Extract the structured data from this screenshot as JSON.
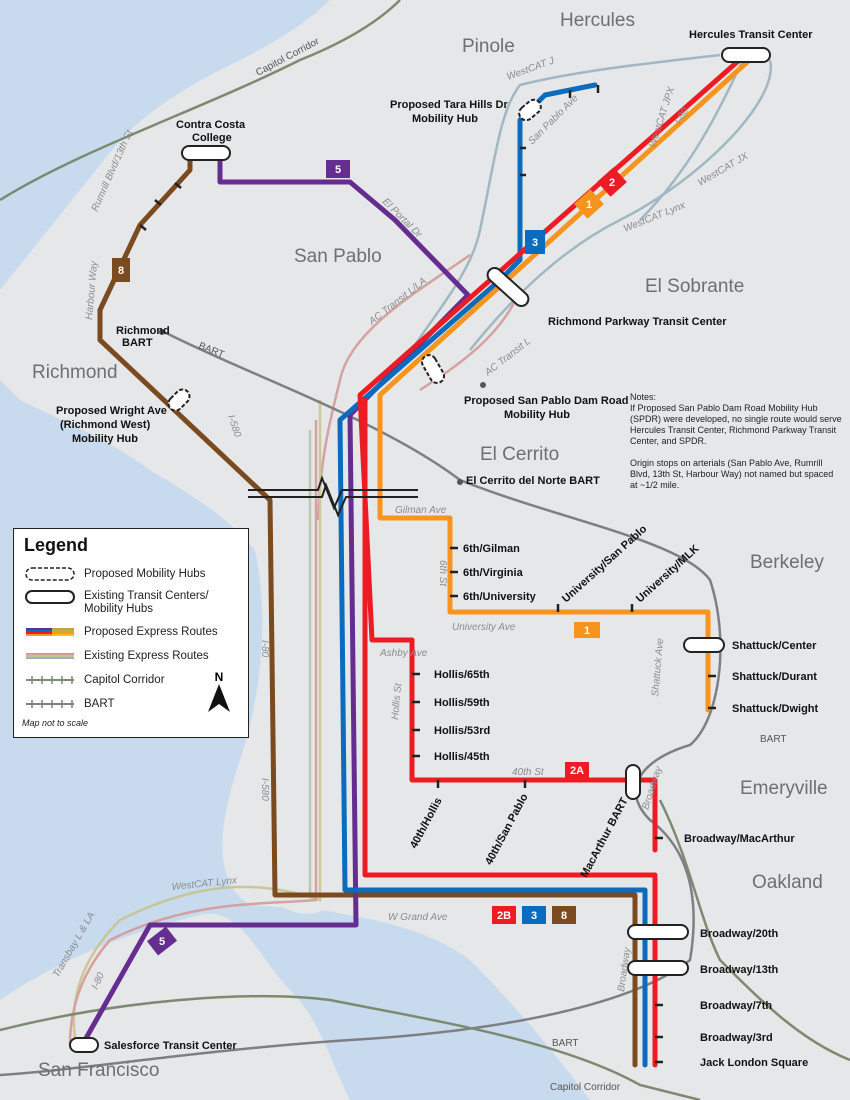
{
  "cities": [
    "Hercules",
    "Pinole",
    "San Pablo",
    "El Sobrante",
    "Richmond",
    "El Cerrito",
    "Berkeley",
    "Emeryville",
    "Oakland",
    "San Francisco"
  ],
  "stops": {
    "hercules": "Hercules Transit Center",
    "contra_costa": [
      "Contra Costa",
      "College"
    ],
    "tara_hills": [
      "Proposed Tara Hills Dr",
      "Mobility Hub"
    ],
    "richmond_parkway": "Richmond Parkway Transit Center",
    "san_pablo_dam": [
      "Proposed San Pablo Dam Road",
      "Mobility Hub"
    ],
    "wright_ave": [
      "Proposed Wright Ave",
      "(Richmond West)",
      "Mobility Hub"
    ],
    "richmond_bart": [
      "Richmond",
      "BART"
    ],
    "el_cerrito": "El Cerrito del Norte BART",
    "sixth_gilman": "6th/Gilman",
    "sixth_virginia": "6th/Virginia",
    "sixth_university": "6th/University",
    "university_sanpablo": "University/San Pablo",
    "university_mlk": "University/MLK",
    "shattuck_center": "Shattuck/Center",
    "shattuck_durant": "Shattuck/Durant",
    "shattuck_dwight": "Shattuck/Dwight",
    "hollis_65": "Hollis/65th",
    "hollis_59": "Hollis/59th",
    "hollis_53": "Hollis/53rd",
    "hollis_45": "Hollis/45th",
    "fortieth_hollis": "40th/Hollis",
    "fortieth_sanpablo": "40th/San Pablo",
    "macarthur_bart": "MacArthur BART",
    "broadway_macarthur": "Broadway/MacArthur",
    "broadway_20": "Broadway/20th",
    "broadway_13": "Broadway/13th",
    "broadway_7": "Broadway/7th",
    "broadway_3": "Broadway/3rd",
    "jack_london": "Jack London Square",
    "salesforce": "Salesforce Transit Center"
  },
  "streets": {
    "capitol_corridor": "Capitol Corridor",
    "westcat_j": "WestCAT J",
    "san_pablo_ave": "San Pablo Ave",
    "westcat_jpx": "WestCAT JPX",
    "westcat_jx": "WestCAT JX",
    "i80": "I-80",
    "westcat_lynx": "WestCAT Lynx",
    "el_portal": "El Portal Dr",
    "rumrill": "Rumrill Blvd/13th St",
    "harbour": "Harbour Way",
    "bart": "BART",
    "ac_transit_lla": "AC Transit L/LA",
    "ac_transit_l": "AC Transit L",
    "i580": "I-580",
    "gilman_ave": "Gilman Ave",
    "sixth_st": "6th St",
    "university_ave": "University Ave",
    "shattuck_ave": "Shattuck Ave",
    "ashby_ave": "Ashby Ave",
    "hollis_st": "Hollis St",
    "fortieth_st": "40th St",
    "broadway": "Broadway",
    "w_grand": "W Grand Ave",
    "transbay": "Transbay L & LA",
    "i80_sf": "I-80"
  },
  "badges": {
    "r5": "5",
    "r3": "3",
    "r8": "8",
    "r1": "1",
    "r2": "2",
    "r2a": "2A",
    "r2b": "2B",
    "r5b": "5",
    "r1b": "1",
    "r3b": "3",
    "r8b": "8"
  },
  "notes": [
    "Notes:",
    "If Proposed San Pablo Dam Road Mobility Hub",
    "(SPDR) were developed, no single route would serve",
    "Hercules Transit Center, Richmond Parkway Transit",
    "Center, and SPDR.",
    "",
    "Origin stops on arterials (San Pablo Ave, Rumrill",
    "Blvd, 13th St, Harbour Way) not named but spaced",
    "at ~1/2 mile."
  ],
  "legend": {
    "title": "Legend",
    "items": [
      "Proposed Mobility Hubs",
      "Existing Transit Centers/",
      "Mobility Hubs",
      "Proposed Express Routes",
      "Existing Express Routes",
      "Capitol Corridor",
      "BART"
    ],
    "north": "N",
    "footnote": "Map not to scale"
  },
  "colors": {
    "water": "#c8dbee",
    "land": "#e6e7e8",
    "route_orange": "#f7941d",
    "route_red": "#ed1c24",
    "route_blue": "#0a6bbf",
    "route_purple": "#662d91",
    "route_brown": "#7b4a1e"
  }
}
